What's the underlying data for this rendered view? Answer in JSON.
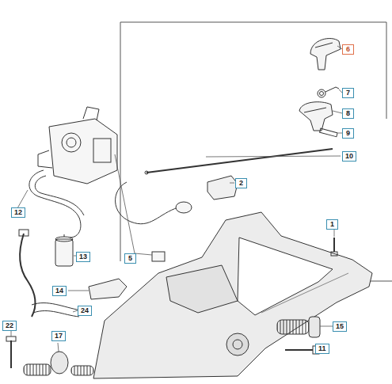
{
  "diagram": {
    "labels": [
      "6",
      "7",
      "8",
      "9",
      "10",
      "2",
      "1",
      "12",
      "13",
      "5",
      "14",
      "24",
      "15",
      "11",
      "22",
      "17"
    ]
  }
}
